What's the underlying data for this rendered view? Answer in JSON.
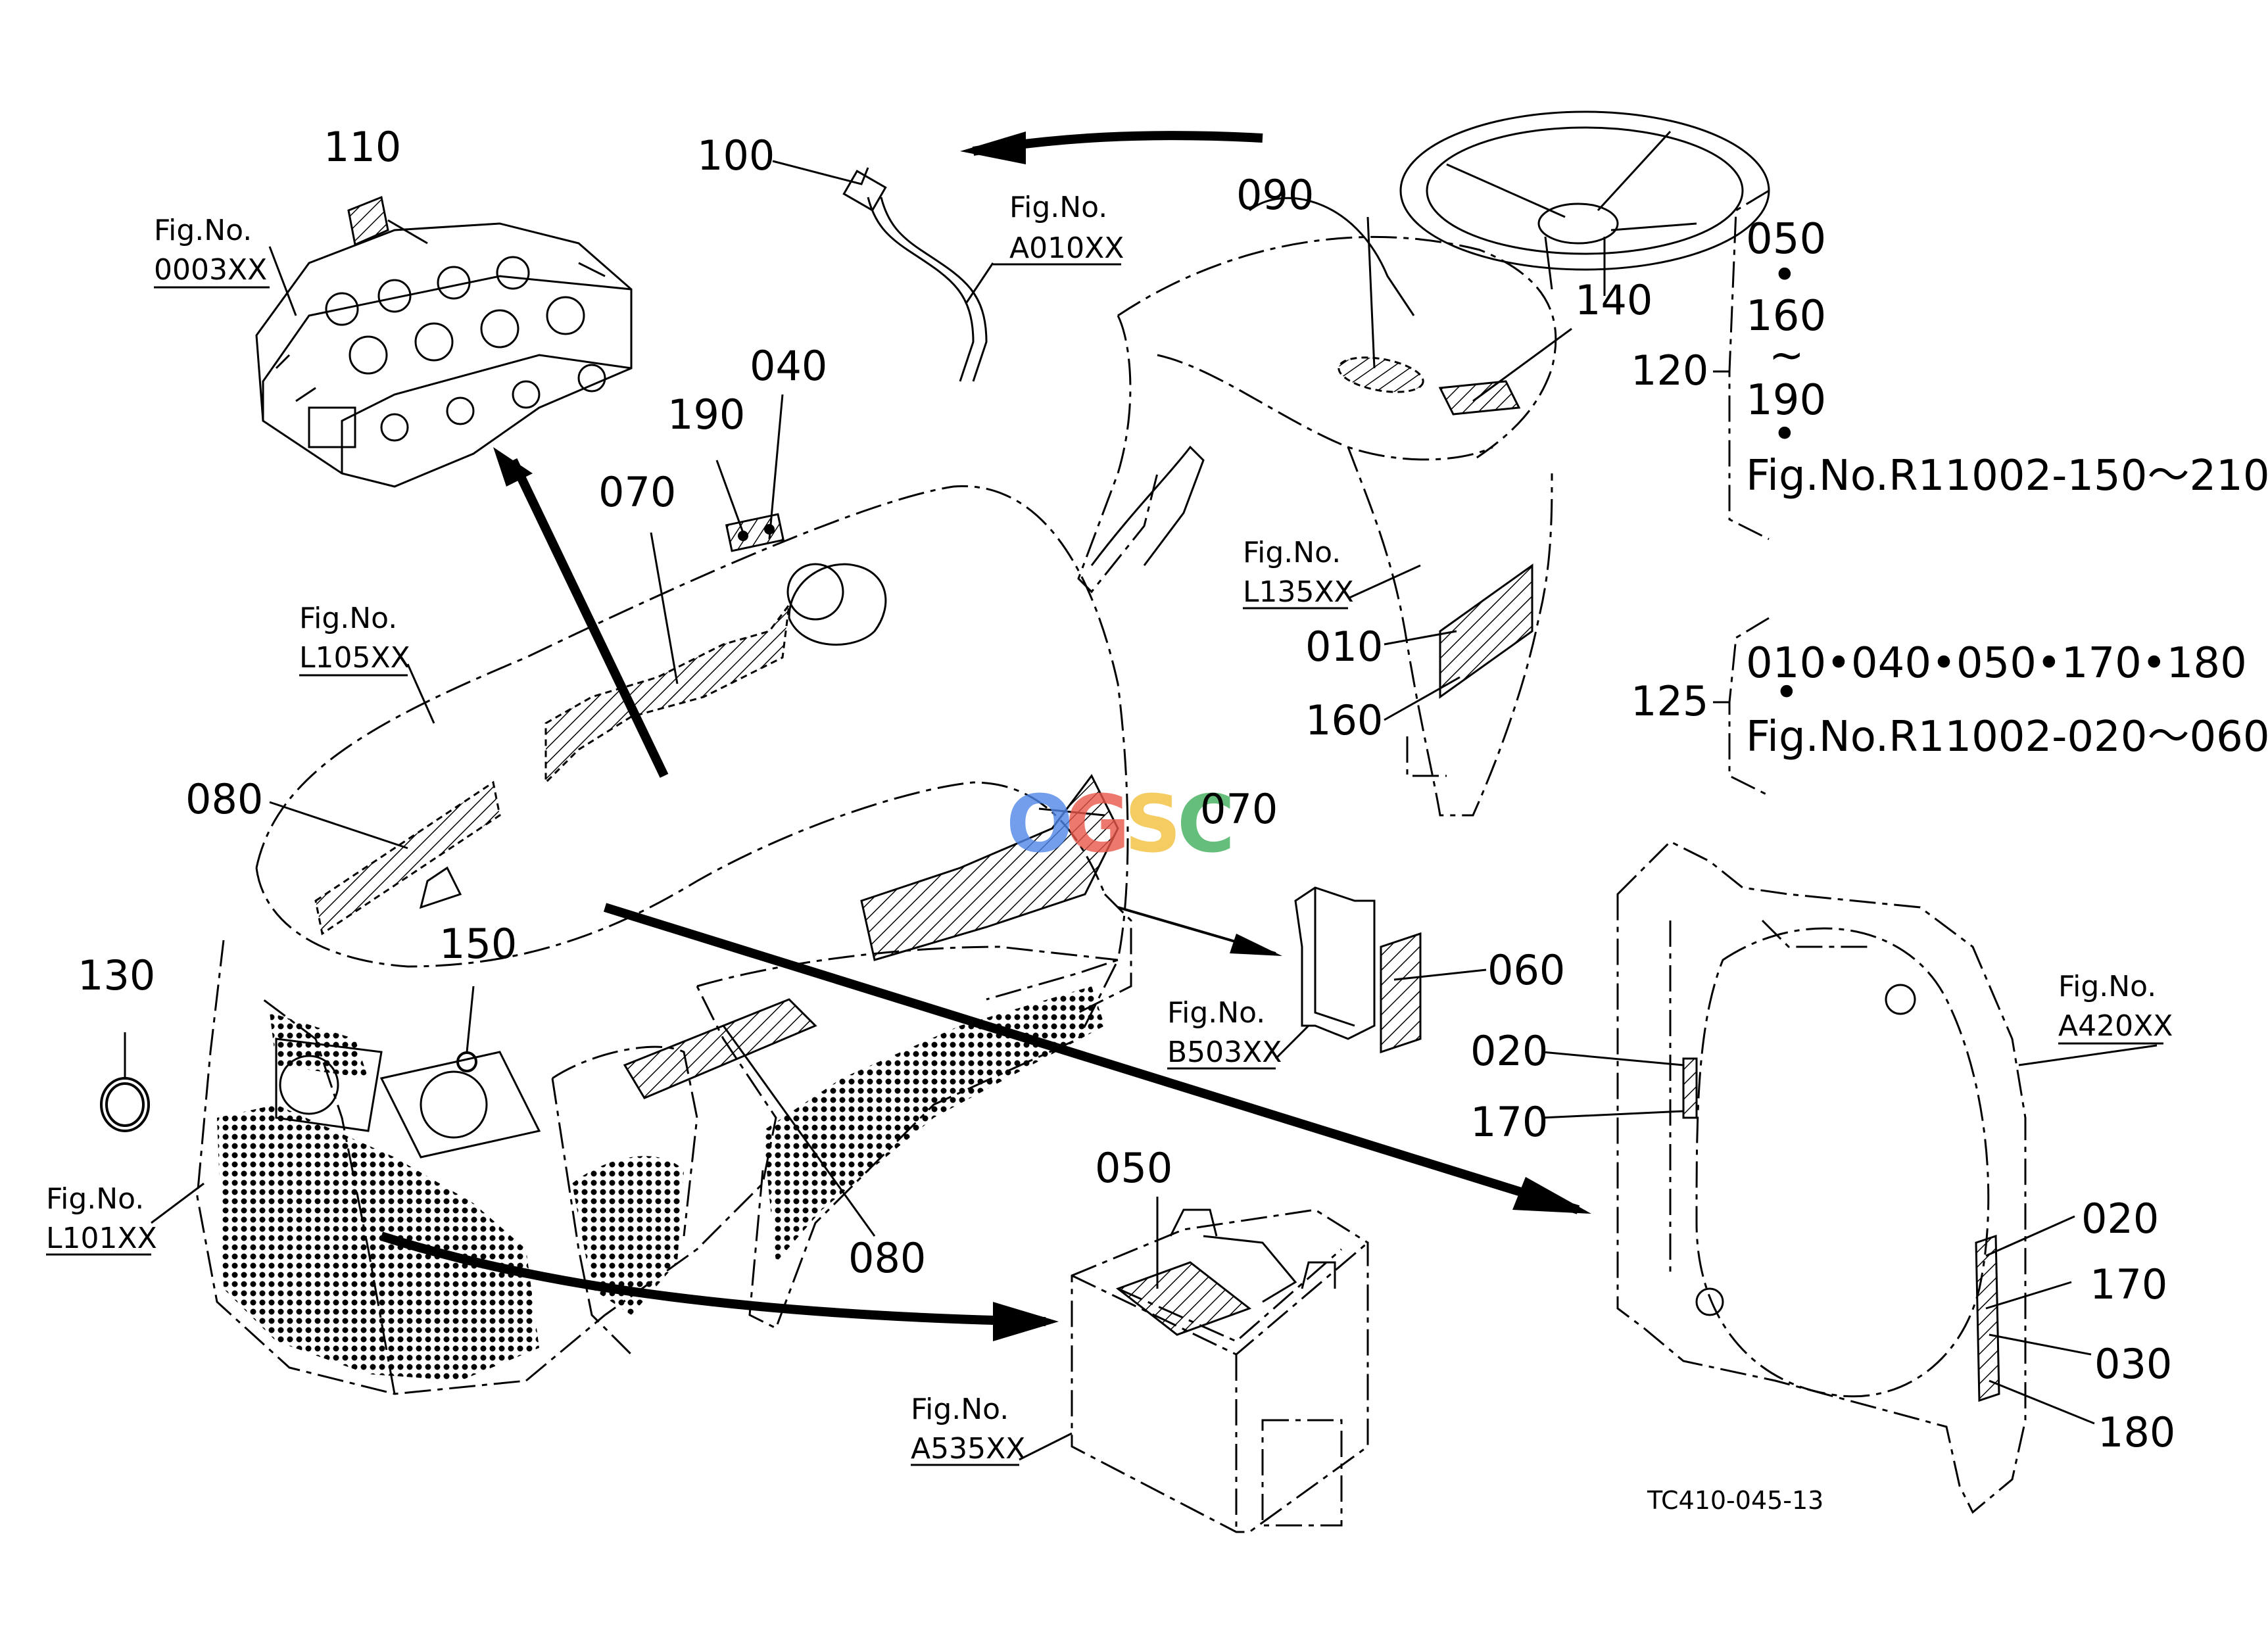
{
  "callouts": {
    "c110": "110",
    "c100": "100",
    "c090": "090",
    "c140": "140",
    "c040": "040",
    "c190": "190",
    "c070a": "070",
    "c070b": "070",
    "c080a": "080",
    "c080b": "080",
    "c010": "010",
    "c160": "160",
    "c130": "130",
    "c150": "150",
    "c060": "060",
    "c020a": "020",
    "c170a": "170",
    "c050": "050",
    "c020b": "020",
    "c170b": "170",
    "c030": "030",
    "c180": "180",
    "c120": "120",
    "c125": "125"
  },
  "figrefs": {
    "f0003": {
      "label": "Fig.No.",
      "value": "0003XX"
    },
    "fA010": {
      "label": "Fig.No.",
      "value": "A010XX"
    },
    "fL105": {
      "label": "Fig.No.",
      "value": "L105XX"
    },
    "fL135": {
      "label": "Fig.No.",
      "value": "L135XX"
    },
    "fB503": {
      "label": "Fig.No.",
      "value": "B503XX"
    },
    "fA420": {
      "label": "Fig.No.",
      "value": "A420XX"
    },
    "fL101": {
      "label": "Fig.No.",
      "value": "L101XX"
    },
    "fA535": {
      "label": "Fig.No.",
      "value": "A535XX"
    }
  },
  "group120": {
    "line1": "050",
    "sep1": "•",
    "line2": "160",
    "sep2": "~",
    "line3": "190",
    "sep3": "•",
    "line4": "Fig.No.R11002-150～210"
  },
  "group125": {
    "line1": "010•040•050•170•180",
    "sep1": "•",
    "line2": "Fig.No.R11002-020～060"
  },
  "drawing_code": "TC410-045-13",
  "watermark": {
    "letters": [
      "O",
      "G",
      "S",
      "C"
    ],
    "colors": [
      "#4f86e8",
      "#e8574a",
      "#f3c03b",
      "#3fae5b"
    ]
  }
}
